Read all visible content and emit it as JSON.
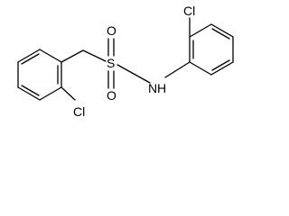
{
  "molecule": {
    "labels": {
      "cl_top": "Cl",
      "cl_bottom": "Cl",
      "sulfur": "S",
      "oxygen_top": "O",
      "oxygen_bottom": "O",
      "nitrogen": "N",
      "hydrogen": "H"
    }
  }
}
